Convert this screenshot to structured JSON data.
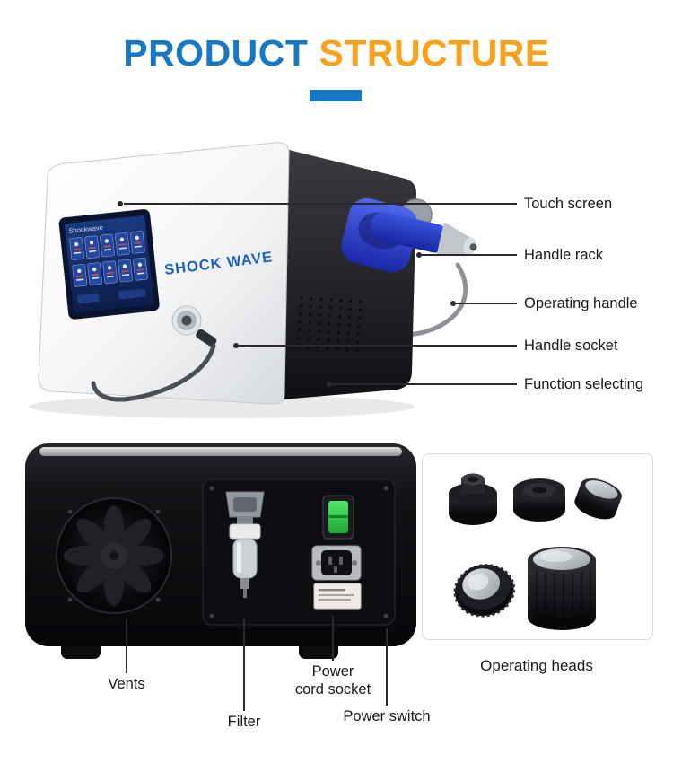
{
  "title": {
    "word1": "PRODUCT",
    "word2": "STRUCTURE"
  },
  "colors": {
    "title_blue": "#1778c3",
    "title_orange": "#f7a11c",
    "divider_blue": "#1778c3",
    "leader_line": "#27292c",
    "label_text": "#17181a",
    "rack_blue": "#2a3fc4",
    "brand_blue": "#1b61c6",
    "power_switch_green": "#35d24e"
  },
  "machine_front": {
    "brand": "SHOCK WAVE",
    "screen_title": "Shockwave"
  },
  "callouts_top": [
    {
      "label": "Touch screen"
    },
    {
      "label": "Handle rack"
    },
    {
      "label": "Operating handle"
    },
    {
      "label": "Handle socket"
    },
    {
      "label": "Function selecting"
    }
  ],
  "callouts_bottom": [
    {
      "label": "Vents"
    },
    {
      "label": "Filter"
    },
    {
      "label": "Power cord socket",
      "line1": "Power",
      "line2": "cord socket"
    },
    {
      "label": "Power switch"
    }
  ],
  "heads_box": {
    "caption": "Operating heads"
  }
}
